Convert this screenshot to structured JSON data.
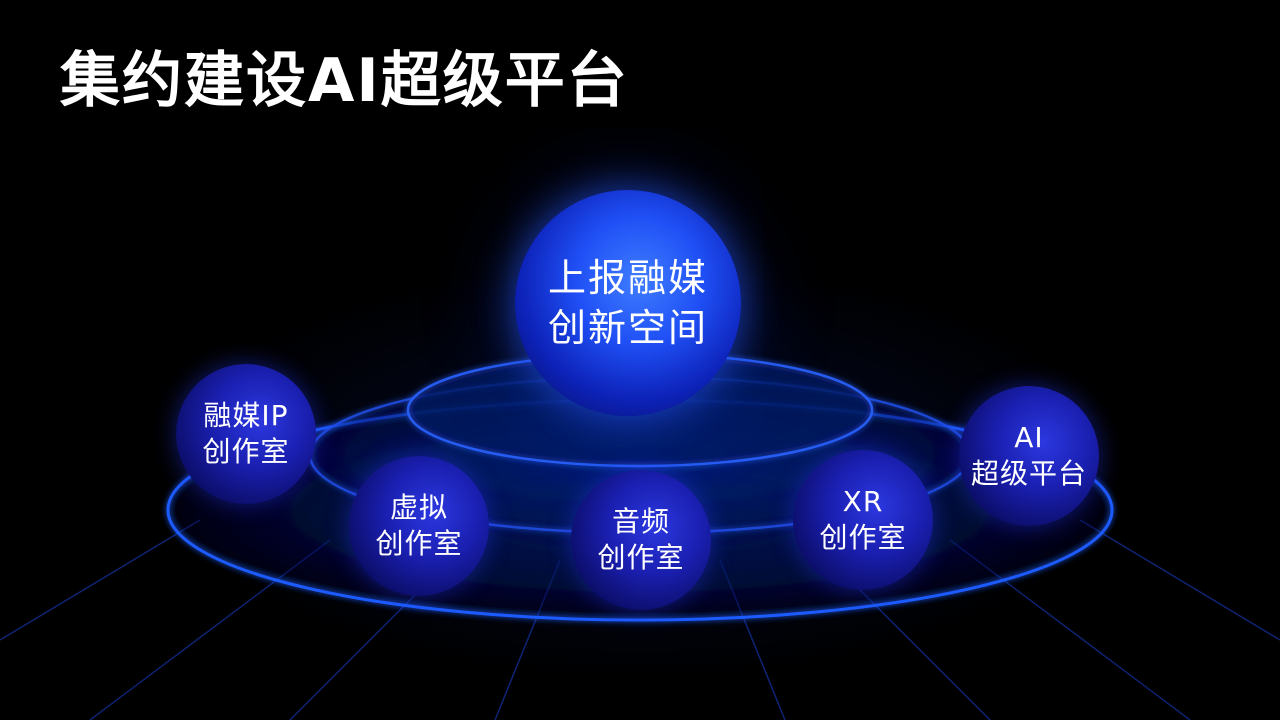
{
  "title": "集约建设AI超级平台",
  "center": {
    "line1": "上报融媒",
    "line2": "创新空间"
  },
  "studios": [
    {
      "line1": "融媒IP",
      "line2": "创作室"
    },
    {
      "line1": "虚拟",
      "line2": "创作室"
    },
    {
      "line1": "音频",
      "line2": "创作室"
    },
    {
      "line1": "XR",
      "line2": "创作室"
    },
    {
      "line1": "AI",
      "line2": "超级平台"
    }
  ],
  "colors": {
    "background": "#000000",
    "ring": "#1e5bff",
    "sphere_center": "#1f4ff5",
    "sphere_small": "#1a1fb0",
    "text": "#ffffff"
  }
}
